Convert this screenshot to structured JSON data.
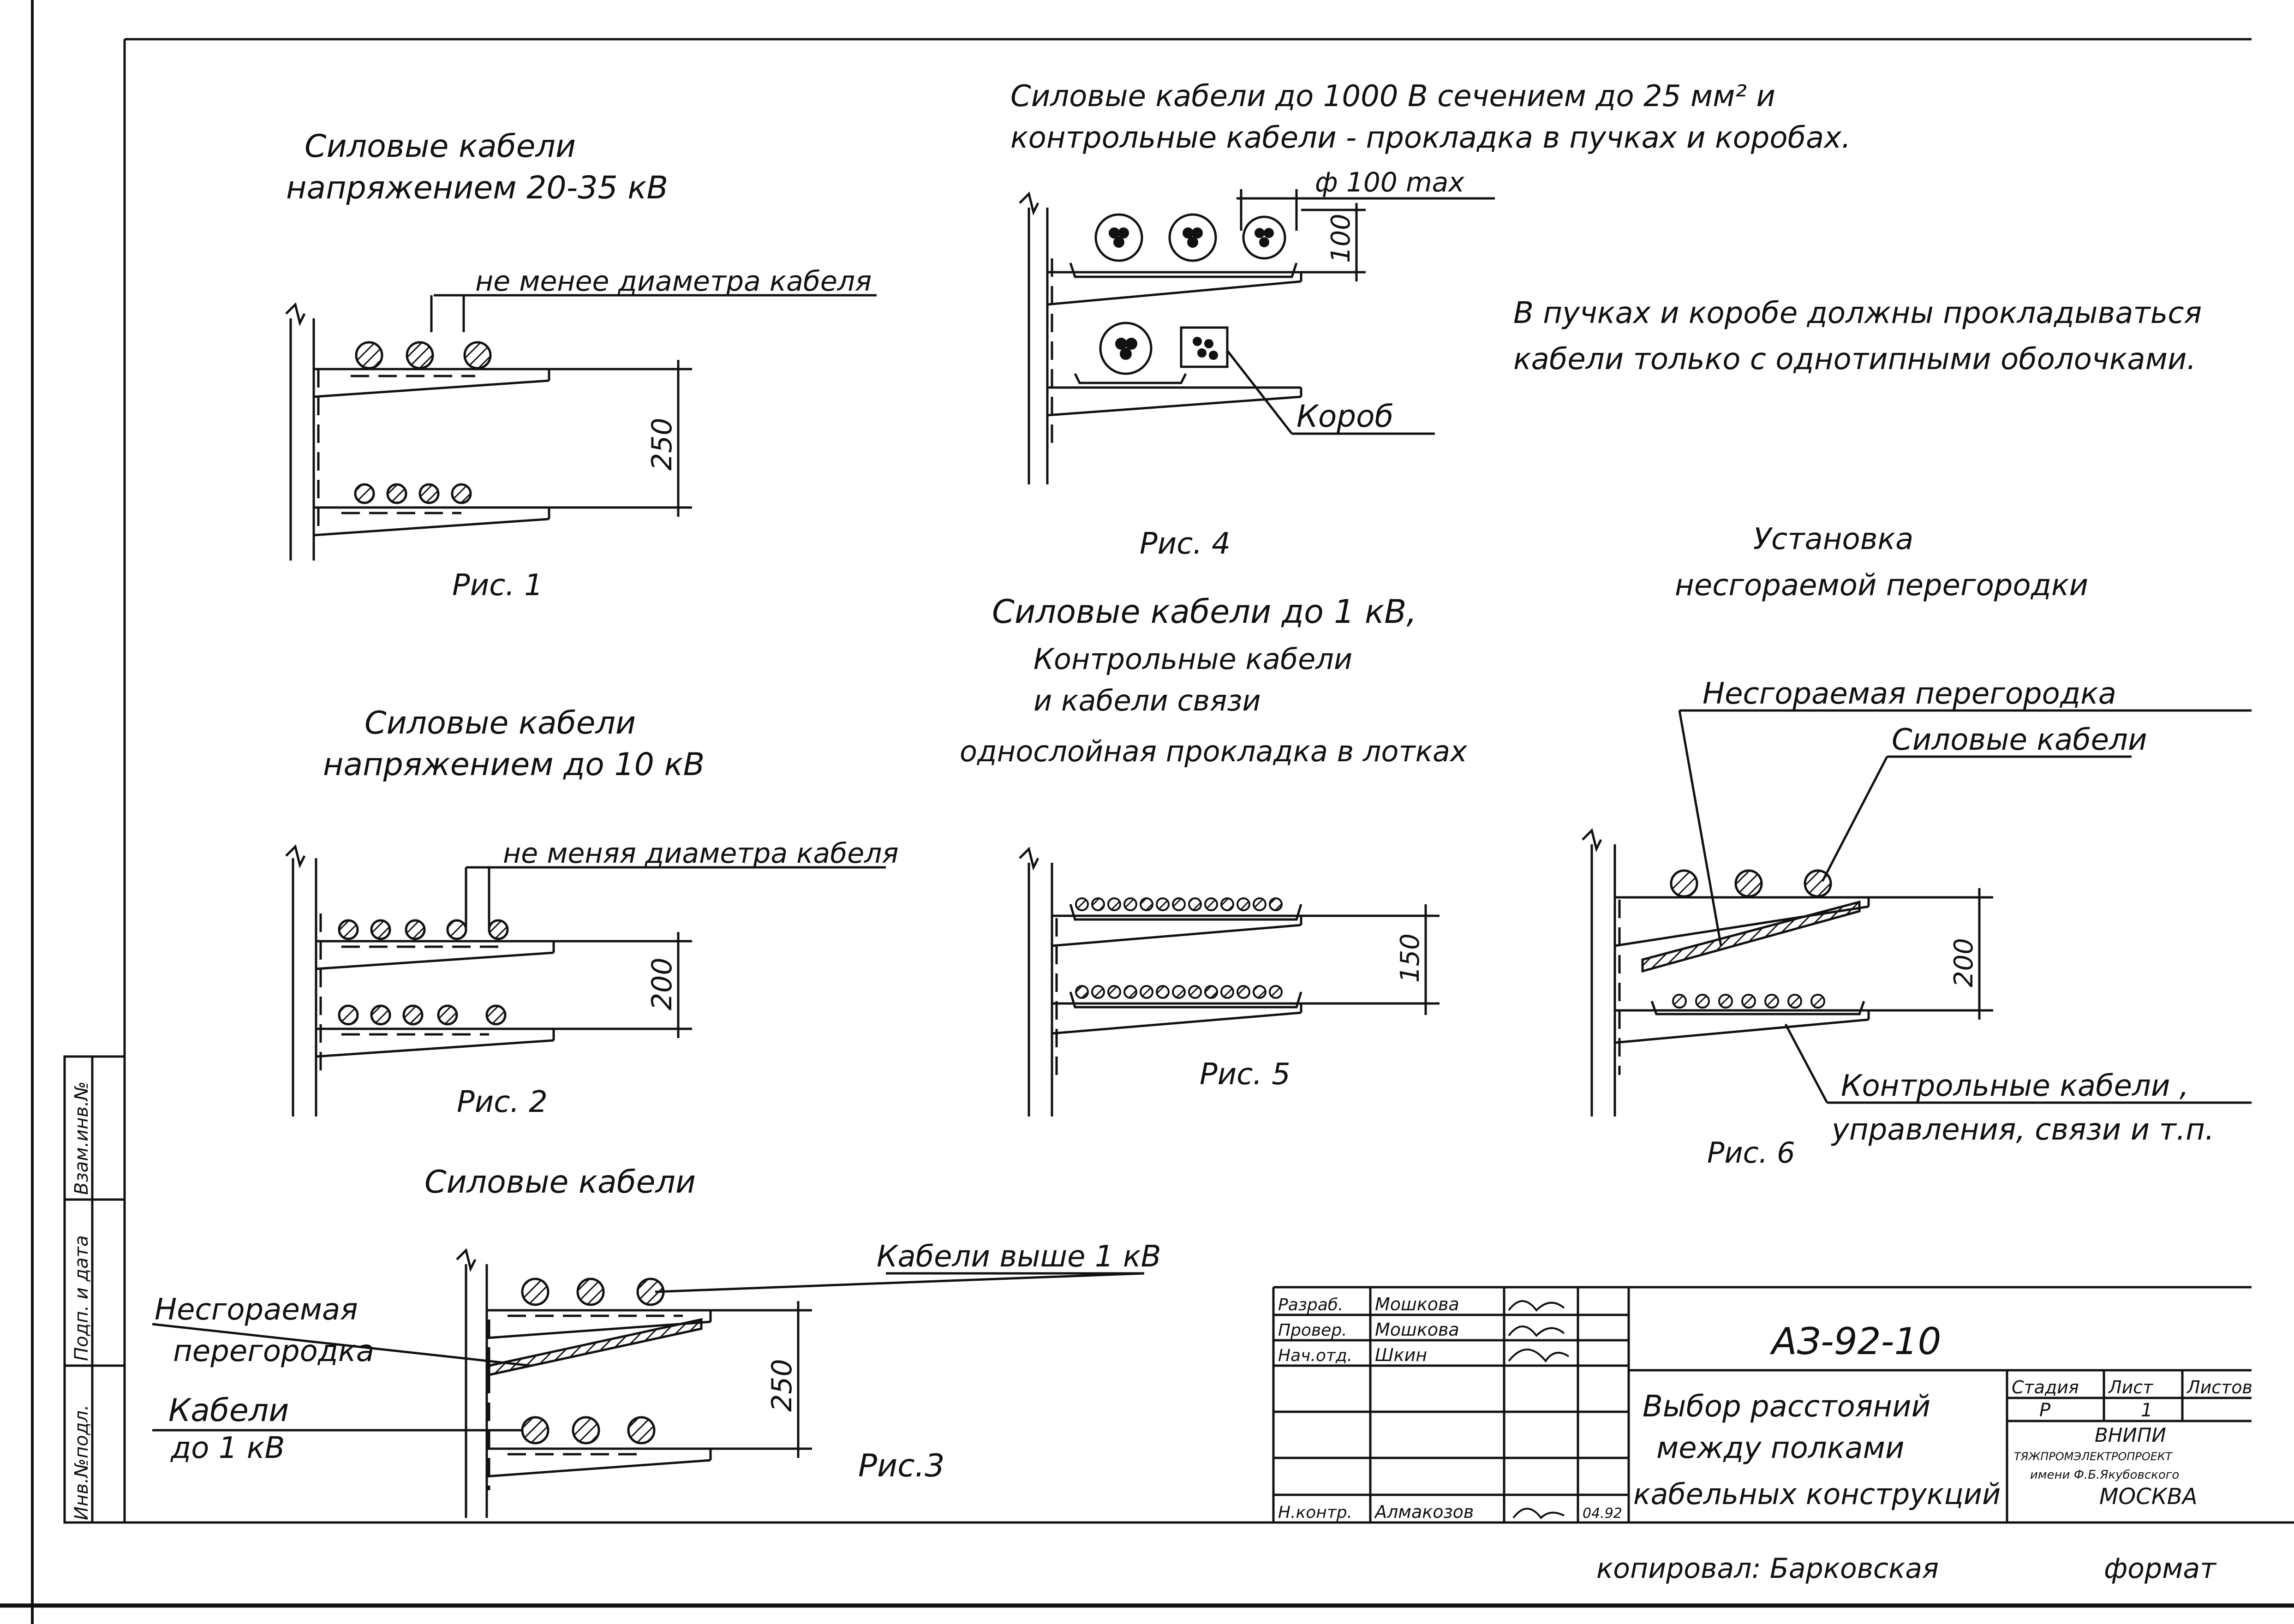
{
  "fig1": {
    "title1": "Силовые кабели",
    "title2": "напряжением 20-35 кВ",
    "note": "не менее диаметра кабеля",
    "dim": "250",
    "caption": "Рис. 1"
  },
  "fig2": {
    "title1": "Силовые кабели",
    "title2": "напряжением до 10 кВ",
    "note": "не меняя диаметра кабеля",
    "dim": "200",
    "caption": "Рис. 2"
  },
  "fig3": {
    "title": "Силовые кабели",
    "label_upper": "Кабели выше 1 кВ",
    "partition1": "Несгораемая",
    "partition2": "перегородка",
    "lower1": "Кабели",
    "lower2": "до 1 кВ",
    "dim": "250",
    "caption": "Рис.3"
  },
  "fig4": {
    "title1": "Силовые кабели до 1000 В сечением до 25 мм² и",
    "title2": "контрольные кабели - прокладка в пучках и коробах.",
    "diam": "ф 100 max",
    "dim": "100",
    "box": "Короб",
    "caption": "Рис. 4"
  },
  "note_bundles": {
    "line1": "В пучках и коробе должны прокладываться",
    "line2": "кабели только с однотипными оболочками."
  },
  "fig5": {
    "title1": "Силовые кабели до 1 кВ,",
    "title2": "Контрольные кабели",
    "title3": "и кабели связи",
    "title4": "однослойная прокладка в лотках",
    "dim": "150",
    "caption": "Рис. 5"
  },
  "fig6": {
    "title1": "Установка",
    "title2": "несгораемой перегородки",
    "partition": "Несгораемая перегородка",
    "power": "Силовые кабели",
    "control1": "Контрольные кабели ,",
    "control2": "управления, связи и т.п.",
    "dim": "200",
    "caption": "Рис. 6"
  },
  "side_stamp": {
    "c1": "Инв.№подл.",
    "c2": "Подп. и дата",
    "c3": "Взам.инв.№"
  },
  "title_block": {
    "r1_role": "Разраб.",
    "r1_name": "Мошкова",
    "r2_role": "Провер.",
    "r2_name": "Мошкова",
    "r3_role": "Нач.отд.",
    "r3_name": "Шкин",
    "r6_role": "Н.контр.",
    "r6_name": "Алмакозов",
    "r6_date": "04.92",
    "code": "АЗ-92-10",
    "desc1": "Выбор расстояний",
    "desc2": "между полками",
    "desc3": "кабельных конструкций",
    "h_stage": "Стадия",
    "h_sheet": "Лист",
    "h_sheets": "Листов",
    "v_stage": "Р",
    "v_sheet": "1",
    "org1": "ВНИПИ",
    "org2": "ТЯЖПРОМЭЛЕКТРОПРОЕКТ",
    "org3": "имени Ф.Б.Якубовского",
    "org4": "МОСКВА"
  },
  "footer": {
    "copied": "копировал: Барковская",
    "format": "формат"
  }
}
